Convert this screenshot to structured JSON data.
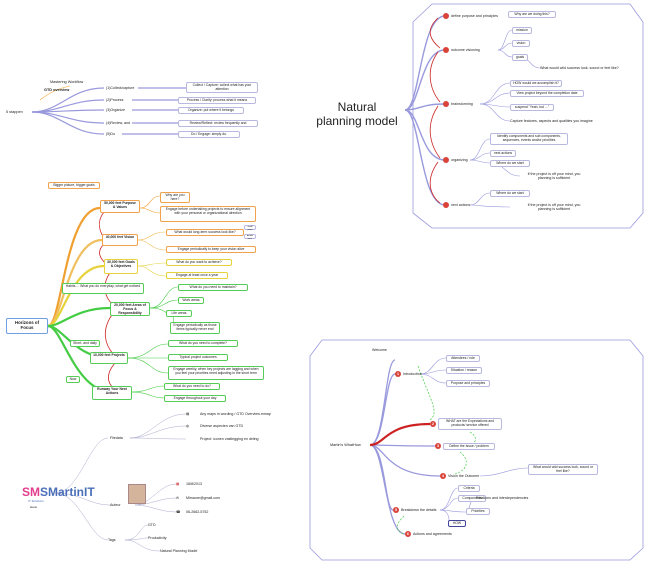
{
  "gtd_overview": {
    "title": "Mastering Workflow",
    "subtitle": "GTD overview",
    "root": "5 stappen",
    "steps": [
      {
        "label": "(1)Collect/capture",
        "desc": "Collect / Capture: collect what has your attention"
      },
      {
        "label": "(2)Process",
        "desc": "Process / Clarify: process what it means"
      },
      {
        "label": "(3)Organize",
        "desc": "Organize: put where it belongs"
      },
      {
        "label": "(4)Review, and",
        "desc": "Review/Reflect: review frequently and"
      },
      {
        "label": "(5)Do",
        "desc": "Do / Engage: simply do."
      }
    ]
  },
  "natural_planning": {
    "title_line1": "Natural",
    "title_line2": "planning model",
    "define": "define purpose and principles",
    "why": "Why are we doing this?",
    "outcome": "outcome visioning",
    "mission": "mission",
    "vision": "vision",
    "goals": "goals",
    "success": "What would wild success look, sound or feel like?",
    "brainstorming": "brainstorming",
    "how": "HOW would we accomplish it?",
    "view": "View project beyond the completion date",
    "suspend": "suspend \"Yeah, but ...\"",
    "capture": "Capture features, aspects and qualities you imagine",
    "organizing": "organizing",
    "identify": "Identify components and sub components, sequences, events and/or priorities",
    "next_actions_sub": "next actions",
    "where_start": "Where do we start",
    "off_mind": "If the project is off your mind, you planning is sufficient",
    "next_actions": "next actions",
    "where_start2": "Where do we start",
    "off_mind2": "If the project is off your mind, you planning is sufficient"
  },
  "horizons": {
    "root": "Horizons of Focus",
    "bigger": "Bigger picture, bigger goals",
    "h50": "50,000 feet Purpose & Values",
    "why_here": "Why are you here?",
    "engage_before": "Engage before undertaking projects to ensure alignment with your personal or organizational direction",
    "h40": "40,000 feet Vision",
    "long_term": "What would long-term success look like?",
    "note1": "small notes",
    "note2": "details here",
    "engage_periodic_vision": "Engage periodically to keep your vision alive",
    "h30": "30,000 feet Goals & Objectives",
    "achieve": "What do you want to achieve?",
    "engage_year": "Engage at least once a year",
    "habits": "Habits ... What you do everyday, what get noticed",
    "maintain": "What do you need to maintain?",
    "h20": "20,000 feet Areas of Focus & Responsibility",
    "work_areas": "Work areas",
    "life_areas": "Life areas",
    "engage_periodic_areas": "Engage periodically as those items typically never end",
    "short_daily": "Short- and daily",
    "complete": "What do you need to complete?",
    "h10": "10,000 feet Projects",
    "typical": "Typical project outcomes",
    "engage_weekly": "Engage weekly, when key projects are lagging and when you feel your priorities need adjusting in the short term",
    "now": "Now",
    "runway": "Runway Your Next Actions",
    "todo": "What do you need to do?",
    "engage_day": "Engage throughout your day"
  },
  "martin": {
    "root": "Martin's WhatHow",
    "welcome": "Welcome",
    "introduction": "Introduction",
    "attendees": "Attendees / role",
    "situation": "Situation / reason",
    "purpose": "Purpose and principles",
    "what_expect": "WHAT are the Expectations and products/ service offered",
    "define_issue": "Define the Issue / problem",
    "vision_outcome": "Vision the Outcome",
    "success": "What would wild success look, sound or feel like?",
    "criteria": "Criteria",
    "components": "Components",
    "relations": "Relations and interdependencies",
    "priorities": "Priorities",
    "breakdown": "Breakdown the details",
    "how": "HOW",
    "actions": "Actions and agreements",
    "numbers": [
      "1",
      "2",
      "3",
      "4",
      "5",
      "6"
    ]
  },
  "info": {
    "files_label": "Filedata",
    "file1": "Any maps in wording / GTD Overview.mmap",
    "file2": "Diverse aspecten van GTD",
    "file3": "Project: iconen vastlegging en deling",
    "author_label": "Auteur",
    "date": "18/8/2013",
    "email": "Mlmaure@gmail.com",
    "phone": "06-2662-5752",
    "tags_label": "Tags",
    "tag1": "GTD",
    "tag2": "Productivity",
    "tag3": "Natural Planning Model",
    "logo_a": "SMartinIT",
    "logo_sub": "IT Solutions",
    "logo_name": "Hans"
  },
  "colors": {
    "blue": "#9999dd",
    "red": "#cc2222",
    "orange": "#f0a030",
    "yellow": "#e6d23a",
    "green": "#44cc44",
    "accent": "#d9433a"
  }
}
